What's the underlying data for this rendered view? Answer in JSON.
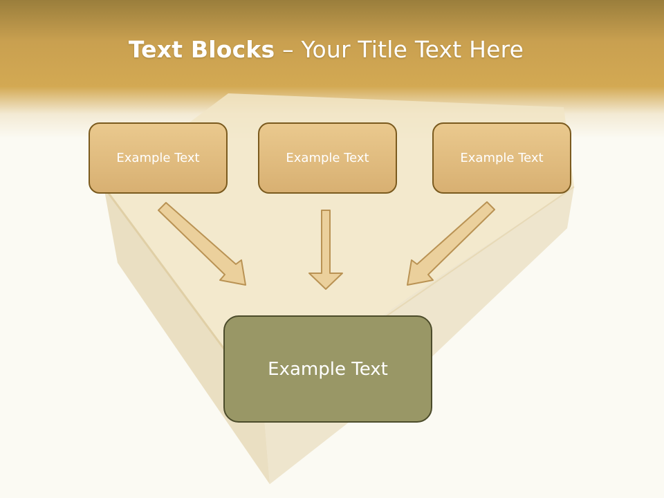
{
  "title": {
    "bold": "Text Blocks",
    "regular": " – Your Title Text Here"
  },
  "nodes": [
    {
      "label": "Example Text"
    },
    {
      "label": "Example Text"
    },
    {
      "label": "Example Text"
    }
  ],
  "result": {
    "label": "Example Text"
  },
  "colors": {
    "header": "#d3a953",
    "node_fill": "#e2bf82",
    "node_border": "#7a5a1e",
    "result_fill": "#999766",
    "result_border": "#4b4b2a",
    "arrow_fill": "#ebd09c",
    "arrow_stroke": "#b99253"
  }
}
